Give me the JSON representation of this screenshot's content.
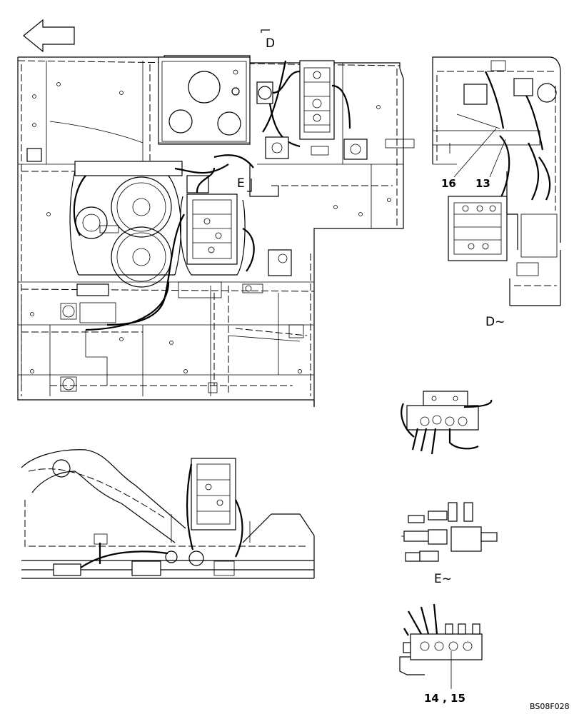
{
  "labels": {
    "view_d_marker": "D",
    "view_e_marker": "E",
    "view_d_caption": "D~",
    "view_e_caption": "E~",
    "part_16": "16",
    "part_13": "13",
    "part_14_15": "14 , 15",
    "drawing_code": "BS08F028"
  },
  "icons": {
    "direction_arrow": "arrow-left-outline-icon"
  }
}
